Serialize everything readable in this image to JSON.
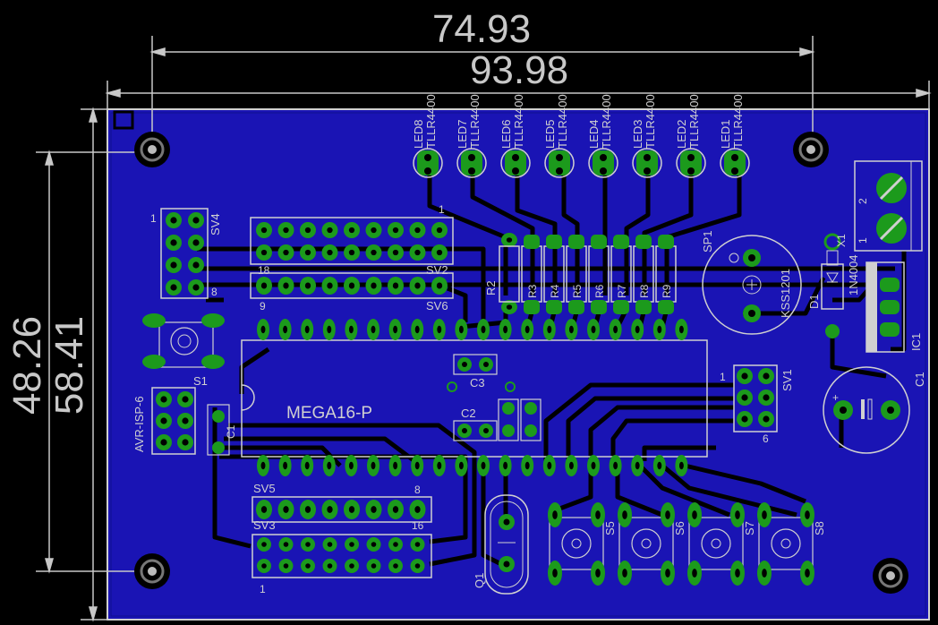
{
  "colors": {
    "background": "#000000",
    "board": "#1a14b4",
    "trace": "#000000",
    "pad": "#1c9a1c",
    "silkscreen": "#d0d0d0",
    "dimension": "#c8c8c8"
  },
  "dimensions": {
    "top_inner": "74.93",
    "top_outer": "93.98",
    "left_outer": "48.26",
    "left_inner": "58.41"
  },
  "leds": [
    {
      "ref": "LED8",
      "part": "TLLR4400"
    },
    {
      "ref": "LED7",
      "part": "TLLR4400"
    },
    {
      "ref": "LED6",
      "part": "TLLR4400"
    },
    {
      "ref": "LED5",
      "part": "TLLR4400"
    },
    {
      "ref": "LED4",
      "part": "TLLR4400"
    },
    {
      "ref": "LED3",
      "part": "TLLR4400"
    },
    {
      "ref": "LED2",
      "part": "TLLR4400"
    },
    {
      "ref": "LED1",
      "part": "TLLR4400"
    }
  ],
  "resistors": [
    "R3",
    "R4",
    "R5",
    "R6",
    "R7",
    "R8",
    "R9"
  ],
  "labels": {
    "r2": "R2",
    "sv4": "SV4",
    "sv4_pin1": "1",
    "sv4_pin8": "8",
    "sv2_pin1": "1",
    "sv2_pin18": "18",
    "sv2": "SV2",
    "sv6_pin9": "9",
    "sv6": "SV6",
    "mcu": "MEGA16-P",
    "c3": "C3",
    "c2": "C2",
    "c1": "C1",
    "s1": "S1",
    "isp": "AVR-ISP-6",
    "c1_small": "C1",
    "sv5": "SV5",
    "sv5_pin8": "8",
    "sv3": "SV3",
    "sv3_pin16": "16",
    "sv3_pin1": "1",
    "q1": "Q1",
    "s5": "S5",
    "s6": "S6",
    "s7": "S7",
    "s8": "S8",
    "sv1": "SV1",
    "sv1_pin1": "1",
    "sv1_pin6": "6",
    "sp1": "SP1",
    "kss": "KSS1201",
    "d1": "D1",
    "diode": "1N4004",
    "ic1": "IC1",
    "x1": "X1",
    "x1_pin1": "1",
    "x1_pin2": "2"
  }
}
